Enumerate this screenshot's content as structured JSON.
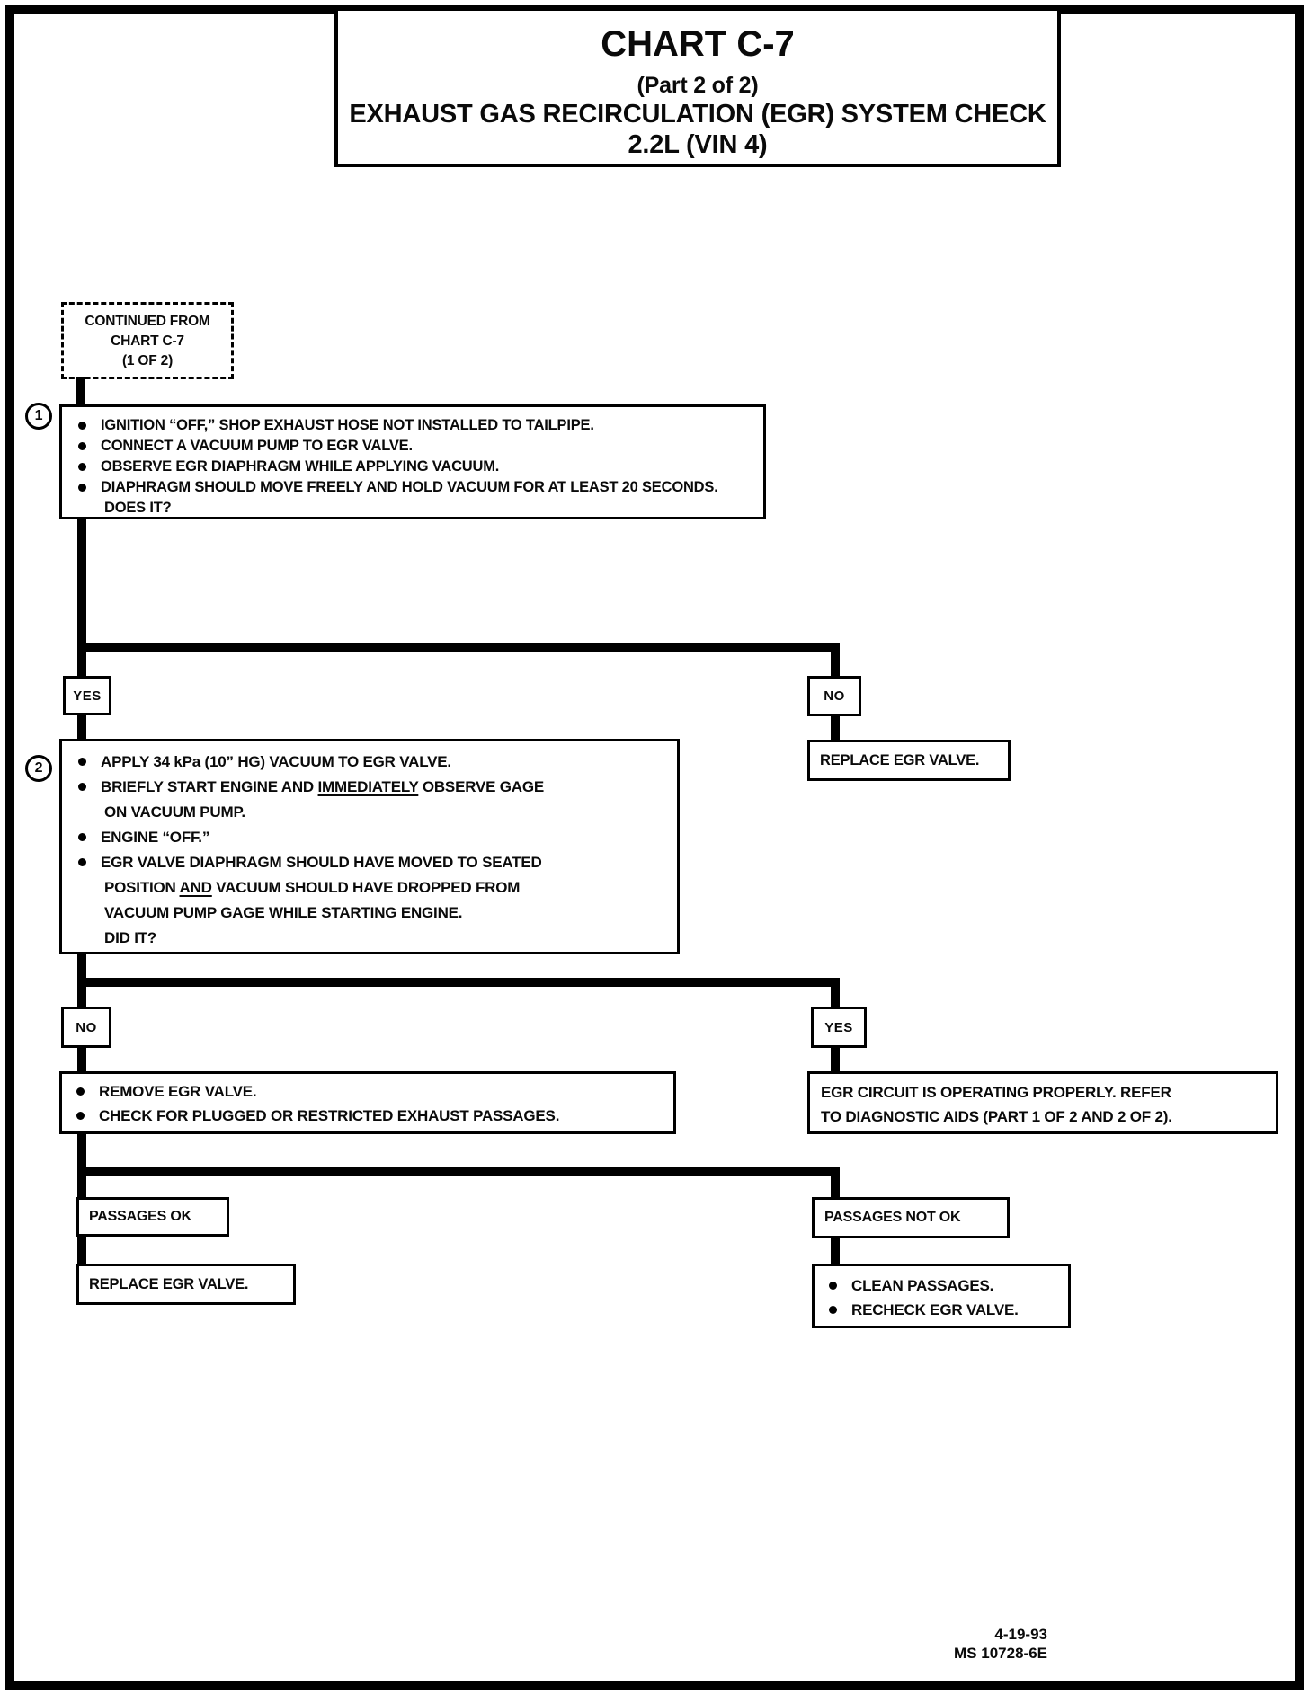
{
  "title_box": {
    "title": "CHART C-7",
    "part": "(Part 2 of 2)",
    "name": "EXHAUST GAS RECIRCULATION (EGR) SYSTEM CHECK",
    "engine": "2.2L  (VIN 4)"
  },
  "continued_from": {
    "lines": [
      "CONTINUED FROM",
      "CHART C-7",
      "(1 OF 2)"
    ]
  },
  "step1": {
    "number": "1",
    "bullets": [
      "IGNITION “OFF,” SHOP EXHAUST HOSE NOT INSTALLED TO TAILPIPE.",
      "CONNECT A VACUUM PUMP TO EGR VALVE.",
      "OBSERVE EGR DIAPHRAGM WHILE APPLYING VACUUM.",
      "DIAPHRAGM SHOULD MOVE FREELY AND HOLD VACUUM FOR AT LEAST 20 SECONDS."
    ],
    "question": "DOES IT?"
  },
  "branch1": {
    "yes": "YES",
    "no": "NO",
    "no_action": "REPLACE EGR VALVE."
  },
  "step2": {
    "number": "2",
    "line1": "APPLY 34 kPa (10” HG) VACUUM TO EGR VALVE.",
    "line2_pre": "BRIEFLY START ENGINE AND ",
    "line2_u": "IMMEDIATELY",
    "line2_post": " OBSERVE GAGE",
    "line3": "ON VACUUM PUMP.",
    "line4": "ENGINE “OFF.”",
    "line5": "EGR VALVE DIAPHRAGM SHOULD HAVE MOVED TO SEATED",
    "line6_pre": "POSITION ",
    "line6_u": "AND",
    "line6_post": " VACUUM SHOULD HAVE DROPPED FROM",
    "line7": "VACUUM PUMP GAGE WHILE STARTING ENGINE.",
    "line8": "DID IT?"
  },
  "branch2": {
    "no": "NO",
    "yes": "YES"
  },
  "remove_box": {
    "bullets": [
      "REMOVE EGR VALVE.",
      "CHECK FOR PLUGGED OR RESTRICTED EXHAUST PASSAGES."
    ]
  },
  "egr_ok_box": {
    "line1": "EGR CIRCUIT IS OPERATING PROPERLY.  REFER",
    "line2": "TO DIAGNOSTIC AIDS (PART 1 OF 2 AND 2 OF 2)."
  },
  "passages": {
    "ok": "PASSAGES OK",
    "not_ok": "PASSAGES NOT OK",
    "ok_action": "REPLACE EGR VALVE.",
    "not_ok_bullets": [
      "CLEAN PASSAGES.",
      "RECHECK EGR VALVE."
    ]
  },
  "footer": {
    "date": "4-19-93",
    "doc": "MS 10728-6E"
  }
}
